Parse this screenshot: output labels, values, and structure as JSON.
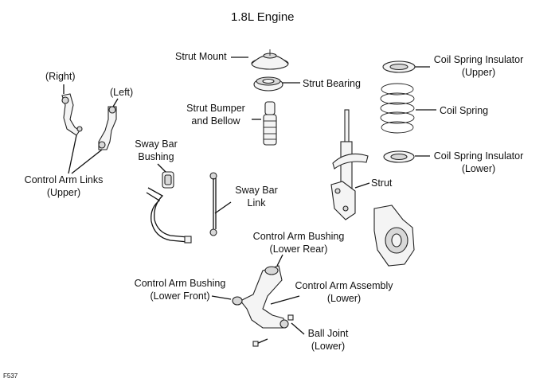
{
  "title": "1.8L Engine",
  "figure_code": "F537",
  "labels": {
    "strut_mount": "Strut Mount",
    "strut_bearing": "Strut Bearing",
    "strut_bumper_1": "Strut Bumper",
    "strut_bumper_2": "and Bellow",
    "coil_insulator_upper_1": "Coil Spring Insulator",
    "coil_insulator_upper_2": "(Upper)",
    "coil_spring": "Coil Spring",
    "coil_insulator_lower_1": "Coil Spring Insulator",
    "coil_insulator_lower_2": "(Lower)",
    "right": "(Right)",
    "left": "(Left)",
    "control_arm_links_1": "Control Arm Links",
    "control_arm_links_2": "(Upper)",
    "sway_bar_bushing_1": "Sway Bar",
    "sway_bar_bushing_2": "Bushing",
    "sway_bar_link_1": "Sway Bar",
    "sway_bar_link_2": "Link",
    "strut": "Strut",
    "ca_bushing_rear_1": "Control Arm Bushing",
    "ca_bushing_rear_2": "(Lower Rear)",
    "ca_assembly_1": "Control Arm Assembly",
    "ca_assembly_2": "(Lower)",
    "ca_bushing_front_1": "Control Arm Bushing",
    "ca_bushing_front_2": "(Lower Front)",
    "ball_joint_1": "Ball Joint",
    "ball_joint_2": "(Lower)"
  }
}
